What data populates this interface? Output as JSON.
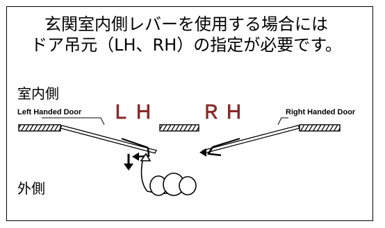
{
  "heading": {
    "line1": "玄関室内側レバーを使用する場合には",
    "line2": "ドア吊元（LH、RH）の指定が必要です。"
  },
  "sides": {
    "inside": "室内側",
    "outside": "外側"
  },
  "hands": {
    "left": "ＬＨ",
    "right": "ＲＨ"
  },
  "doors": {
    "left": "Left Handed Door",
    "right": "Right Handed Door"
  },
  "colors": {
    "hand_label": "#8a2a2a",
    "line": "#000000"
  }
}
